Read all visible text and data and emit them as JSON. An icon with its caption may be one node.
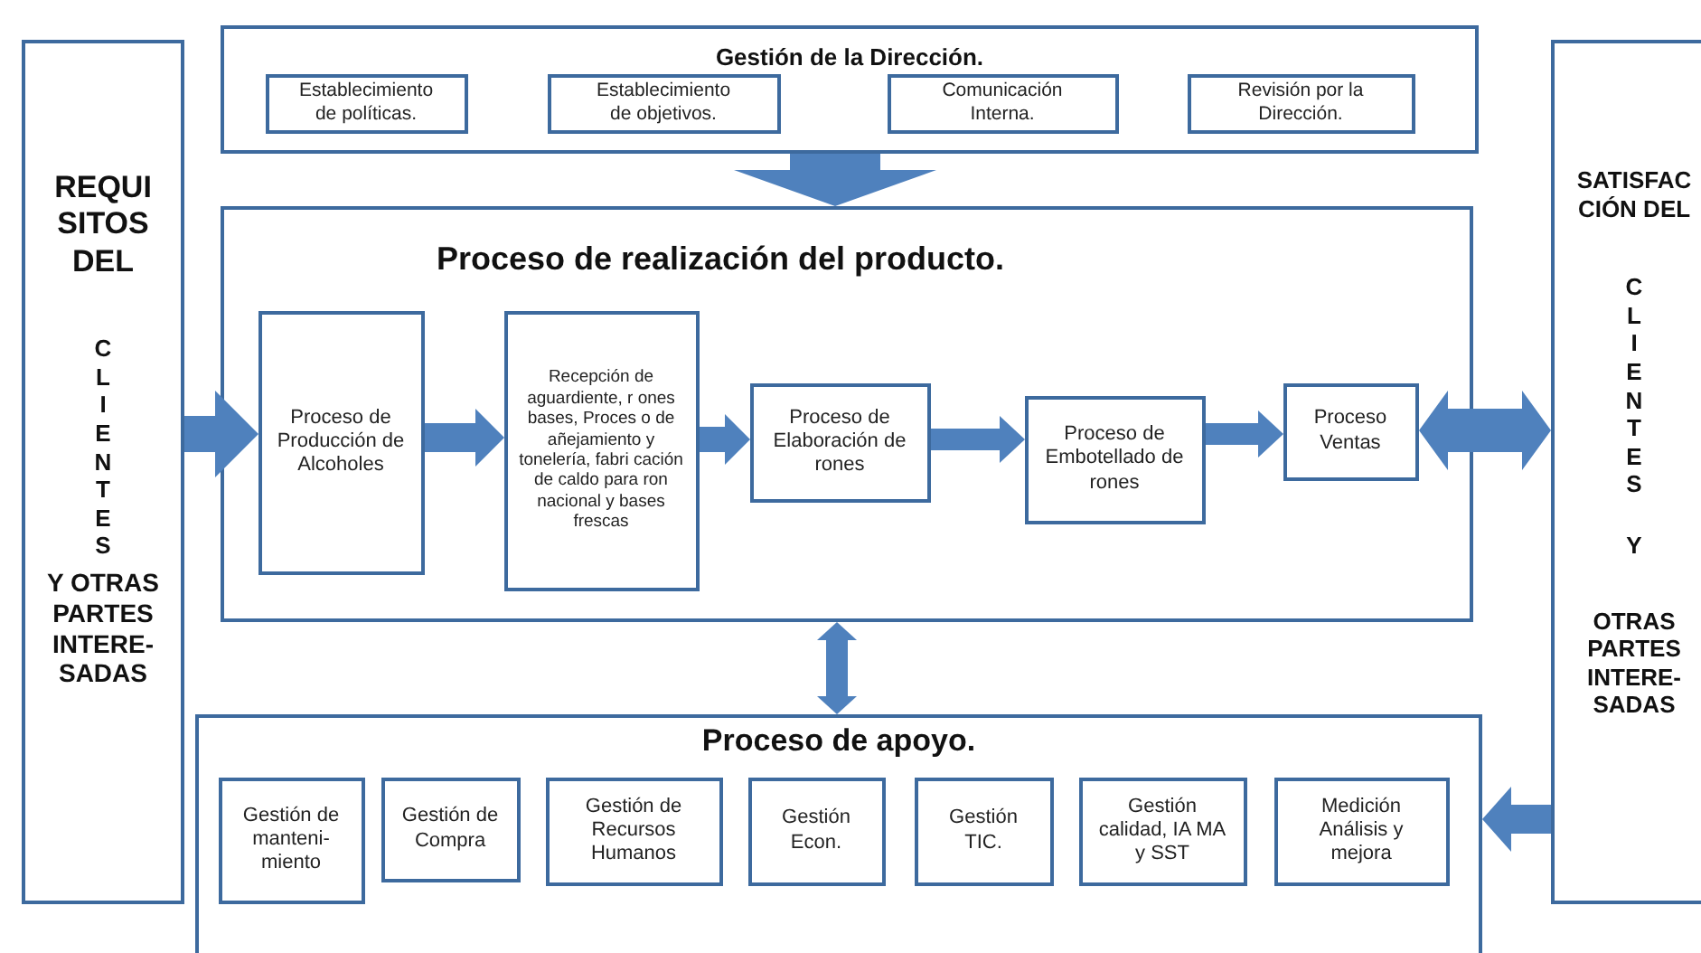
{
  "diagram": {
    "nodes": [
      {
        "text": [
          "REQUI SITOS DEL",
          "C L I E N T E S",
          "Y OTRAS PARTES INTERE- SADAS"
        ]
      },
      {
        "text": [
          "Gestión de la Dirección."
        ]
      },
      {
        "text": [
          "Establecimiento de políticas."
        ],
        "in": 1
      },
      {
        "text": [
          "Establecimiento de objetivos."
        ],
        "in": 1
      },
      {
        "text": [
          "Comunicación Interna."
        ],
        "in": 1
      },
      {
        "text": [
          "Revisión por la Dirección."
        ],
        "in": 1
      },
      {
        "text": [
          "Proceso de realización del producto."
        ]
      },
      {
        "text": [
          "Proceso de Producción de Alcoholes"
        ],
        "in": 6
      },
      {
        "text": [
          "Recepción de aguardiente, r ones bases, Proces o de añejamiento y tonelería, fabri cación de caldo para ron nacional y bases frescas"
        ],
        "in": 6
      },
      {
        "text": [
          "Proceso de Elaboración de rones"
        ],
        "in": 6
      },
      {
        "text": [
          "Proceso de Embotellado de rones"
        ],
        "in": 6
      },
      {
        "text": [
          "Proceso Ventas"
        ],
        "in": 6
      },
      {
        "text": [
          "Proceso de apoyo."
        ]
      },
      {
        "text": [
          "Gestión de manteni- miento"
        ],
        "in": 12
      },
      {
        "text": [
          "Gestión de Compra"
        ],
        "in": 12
      },
      {
        "text": [
          "Gestión de Recursos Humanos"
        ],
        "in": 12
      },
      {
        "text": [
          "Gestión Econ."
        ],
        "in": 12
      },
      {
        "text": [
          "Gestión TIC."
        ],
        "in": 12
      },
      {
        "text": [
          "Gestión calidad, IA MA y SST"
        ],
        "in": 12
      },
      {
        "text": [
          "Medición Análisis y mejora"
        ],
        "in": 12
      },
      {
        "text": [
          "SATISFAC CIÓN DEL",
          "C L I E N T E S",
          "Y",
          "OTRAS PARTES INTERE- SADAS"
        ]
      }
    ],
    "edges": [
      {
        "from": 1,
        "to": 6,
        "arrow": "to"
      },
      {
        "from": 0,
        "to": 7,
        "arrow": "to"
      },
      {
        "from": 7,
        "to": 8,
        "arrow": "to"
      },
      {
        "from": 8,
        "to": 9,
        "arrow": "to"
      },
      {
        "from": 9,
        "to": 10,
        "arrow": "to"
      },
      {
        "from": 10,
        "to": 11,
        "arrow": "to"
      },
      {
        "from": 11,
        "to": 20,
        "arrow": "both"
      },
      {
        "from": 6,
        "to": 12,
        "arrow": "both"
      },
      {
        "from": 20,
        "to": 12,
        "arrow": "to"
      }
    ]
  }
}
